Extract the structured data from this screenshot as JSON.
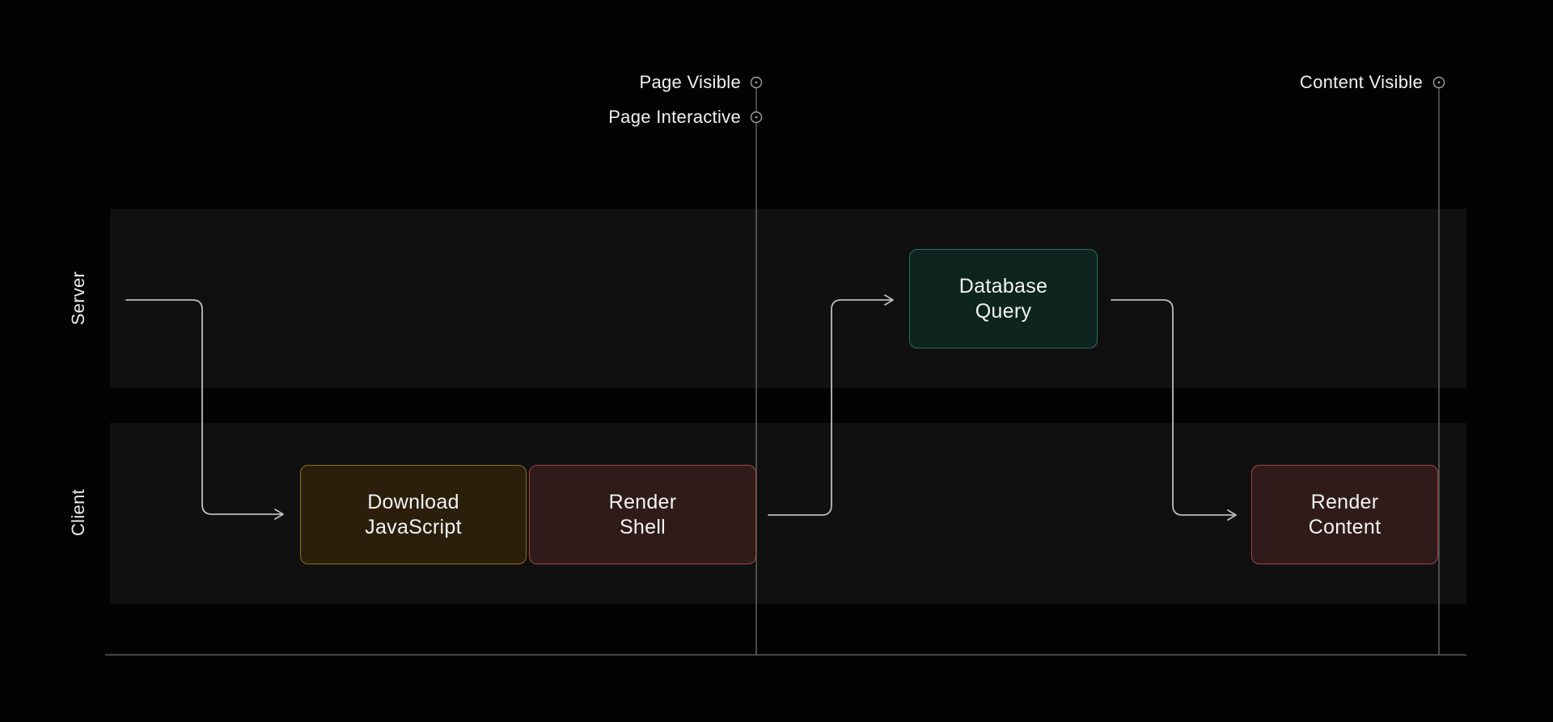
{
  "diagram": {
    "title": "server-client-render-timeline",
    "lanes": {
      "server": {
        "label": "Server"
      },
      "client": {
        "label": "Client"
      }
    },
    "markers": {
      "page_visible": {
        "label": "Page Visible"
      },
      "page_interactive": {
        "label": "Page Interactive"
      },
      "content_visible": {
        "label": "Content Visible"
      }
    },
    "boxes": {
      "download_javascript": {
        "label": "Download\nJavaScript",
        "lane": "Client",
        "fill": "#2b1f0c",
        "border": "#8f6c1e"
      },
      "render_shell": {
        "label": "Render\nShell",
        "lane": "Client",
        "fill": "#2f1b19",
        "border": "#a94540"
      },
      "database_query": {
        "label": "Database\nQuery",
        "lane": "Server",
        "fill": "#0d241f",
        "border": "#23735f"
      },
      "render_content": {
        "label": "Render\nContent",
        "lane": "Client",
        "fill": "#2f1b19",
        "border": "#a94540"
      }
    },
    "colors": {
      "background": "#030303",
      "lane_fill": "#101010",
      "arrow_stroke": "#bcbcbc",
      "marker_line": "#6e6e6e",
      "marker_ring": "#9c9c9c",
      "timeline_axis": "#3e3e3e",
      "text": "#f3f3f3"
    }
  }
}
